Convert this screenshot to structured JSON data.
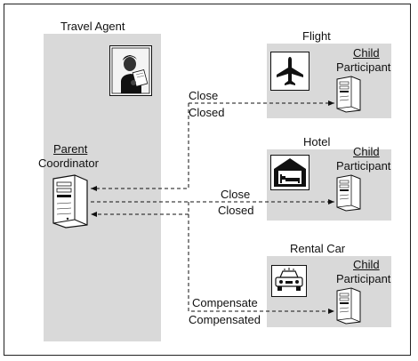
{
  "diagram": {
    "travel_agent": {
      "title": "Travel Agent",
      "coordinator_role": "Parent",
      "coordinator_name": "Coordinator",
      "icons": {
        "agent": "person-with-papers-icon",
        "server": "server-tower-icon"
      }
    },
    "participants": [
      {
        "title": "Flight",
        "role": "Child",
        "name": "Participant",
        "icon": "airplane-icon"
      },
      {
        "title": "Hotel",
        "role": "Child",
        "name": "Participant",
        "icon": "hotel-bed-icon"
      },
      {
        "title": "Rental Car",
        "role": "Child",
        "name": "Participant",
        "icon": "car-icon"
      }
    ],
    "messages": {
      "flight": {
        "request": "Close",
        "response": "Closed"
      },
      "hotel": {
        "request": "Close",
        "response": "Closed"
      },
      "rental_car": {
        "request": "Compensate",
        "response": "Compensated"
      }
    }
  }
}
